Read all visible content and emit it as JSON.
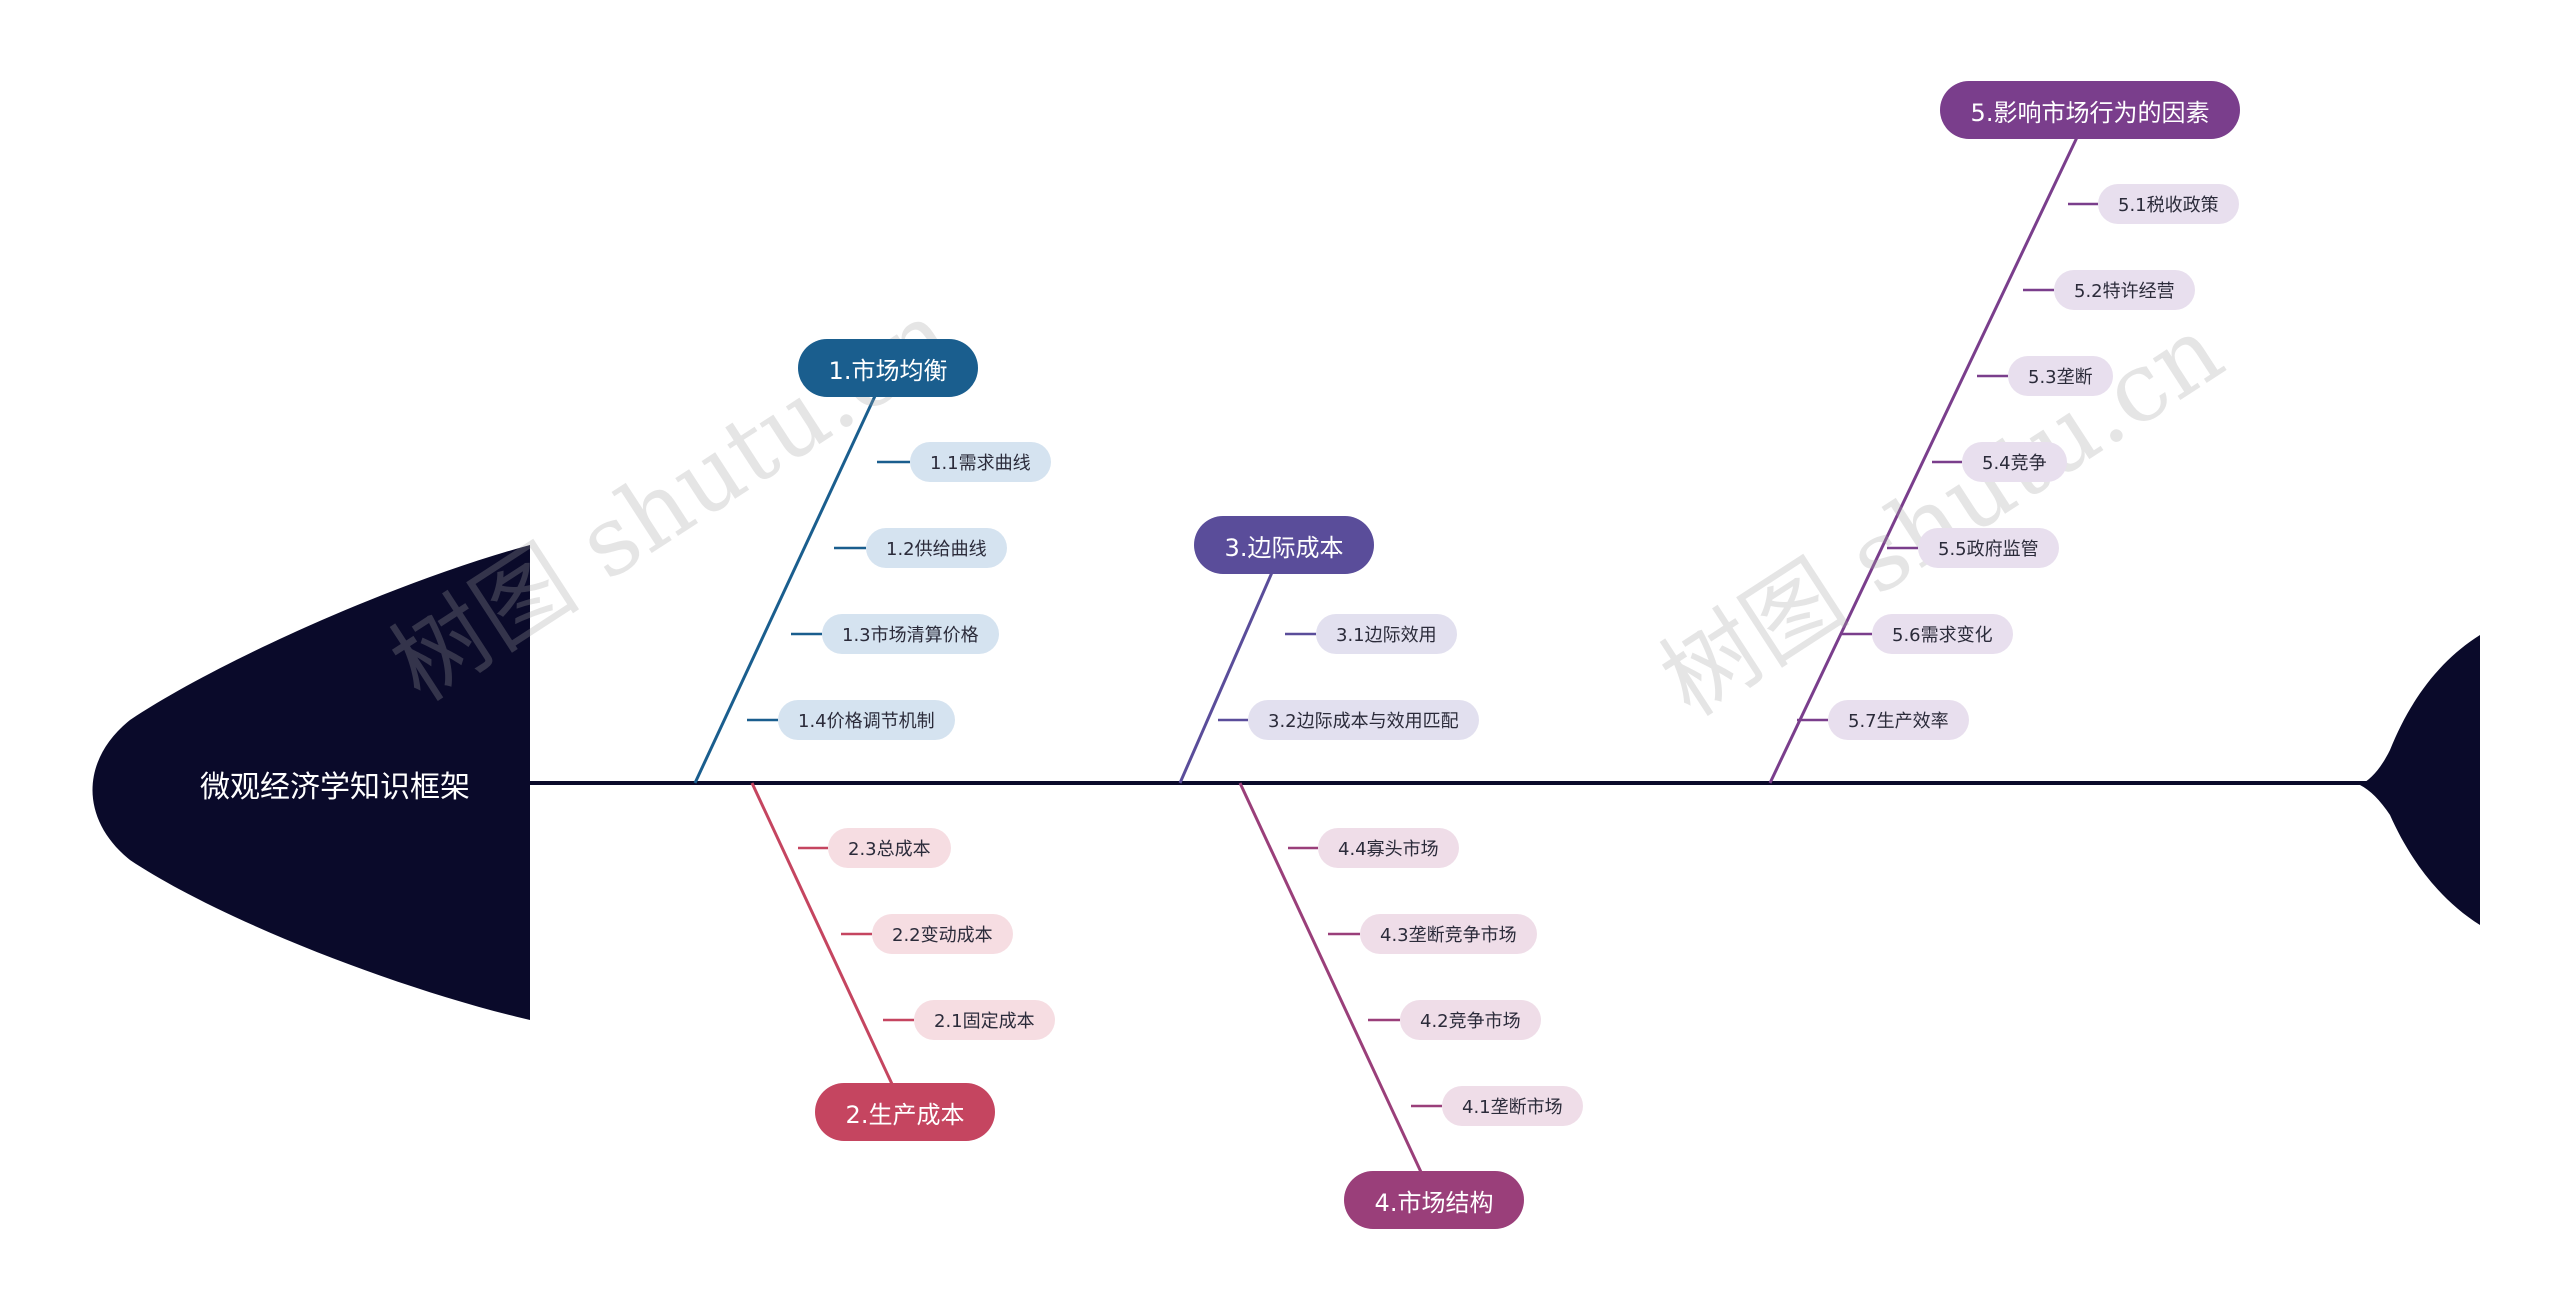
{
  "colors": {
    "fish": "#0a0a2a",
    "branch1": "#1a5e8e",
    "branch2": "#c54560",
    "branch3": "#5a4d9a",
    "branch4": "#9a3f7a",
    "branch5": "#7a3e8c",
    "sub1": "#d5e3f0",
    "sub2": "#f6dde2",
    "sub3": "#e2e0ef",
    "sub4": "#efdde8",
    "sub5": "#e8dfee"
  },
  "head": {
    "title": "微观经济学知识框架"
  },
  "branches": [
    {
      "id": "b1",
      "label": "1.市场均衡",
      "items": [
        "1.1需求曲线",
        "1.2供给曲线",
        "1.3市场清算价格",
        "1.4价格调节机制"
      ]
    },
    {
      "id": "b2",
      "label": "2.生产成本",
      "items": [
        "2.3总成本",
        "2.2变动成本",
        "2.1固定成本"
      ]
    },
    {
      "id": "b3",
      "label": "3.边际成本",
      "items": [
        "3.1边际效用",
        "3.2边际成本与效用匹配"
      ]
    },
    {
      "id": "b4",
      "label": "4.市场结构",
      "items": [
        "4.4寡头市场",
        "4.3垄断竞争市场",
        "4.2竞争市场",
        "4.1垄断市场"
      ]
    },
    {
      "id": "b5",
      "label": "5.影响市场行为的因素",
      "items": [
        "5.1税收政策",
        "5.2特许经营",
        "5.3垄断",
        "5.4竞争",
        "5.5政府监管",
        "5.6需求变化",
        "5.7生产效率"
      ]
    }
  ],
  "watermarks": [
    "树图 shutu.cn",
    "树图 shutu.cn"
  ]
}
